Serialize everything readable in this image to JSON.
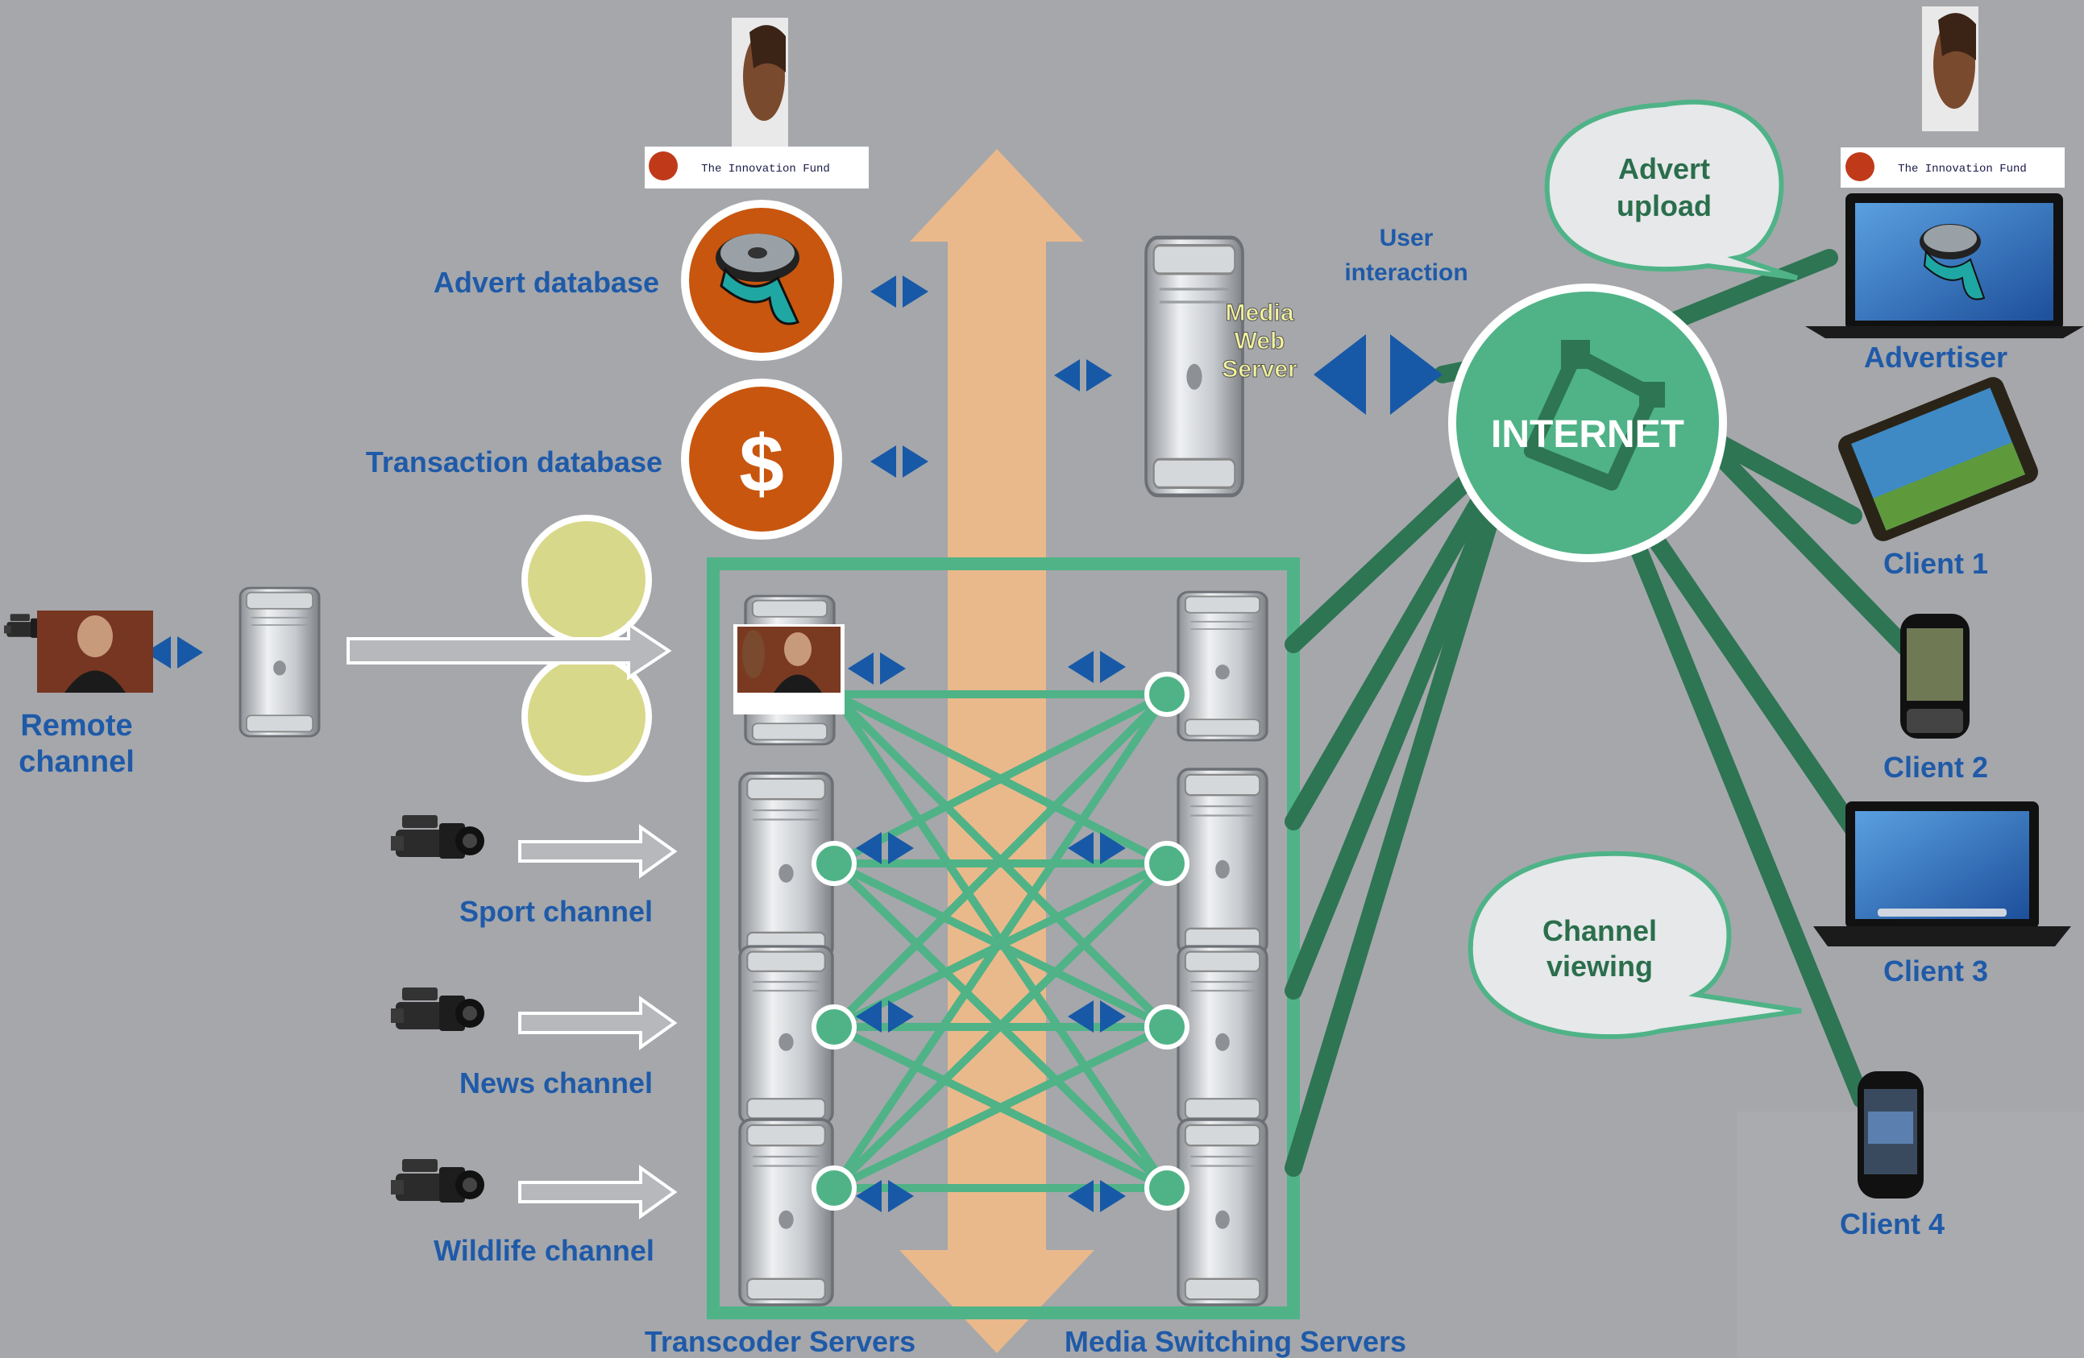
{
  "colors": {
    "background": "#a5a7ab",
    "accent_green": "#4fb387",
    "dark_green": "#2e7553",
    "label_blue": "#1f5aa8",
    "arrow_blue": "#1759a6",
    "orange_disc": "#c8560f",
    "orange_arrow": "#eab98b",
    "yellow_disc": "#d8d88a"
  },
  "labels": {
    "advert_database": "Advert database",
    "transaction_database": "Transaction database",
    "remote_channel_1": "Remote",
    "remote_channel_2": "channel",
    "sport_channel": "Sport channel",
    "news_channel": "News channel",
    "wildlife_channel": "Wildlife channel",
    "transcoder_servers": "Transcoder Servers",
    "media_switching_servers": "Media Switching Servers",
    "media_web_server_1": "Media",
    "media_web_server_2": "Web",
    "media_web_server_3": "Server",
    "user_interaction_1": "User",
    "user_interaction_2": "interaction",
    "internet": "INTERNET",
    "advert_upload_1": "Advert",
    "advert_upload_2": "upload",
    "channel_viewing_1": "Channel",
    "channel_viewing_2": "viewing",
    "advertiser": "Advertiser",
    "client_1": "Client 1",
    "client_2": "Client 2",
    "client_3": "Client 3",
    "client_4": "Client 4",
    "innovation_fund": "The Innovation Fund",
    "dollar": "$"
  },
  "icons": [
    "film-reel-icon",
    "dollar-icon",
    "video-camera-icon",
    "server-tower-icon",
    "laptop-icon",
    "tablet-icon",
    "smartphone-icon",
    "newsreader-thumbnail",
    "advert-thumbnail"
  ]
}
